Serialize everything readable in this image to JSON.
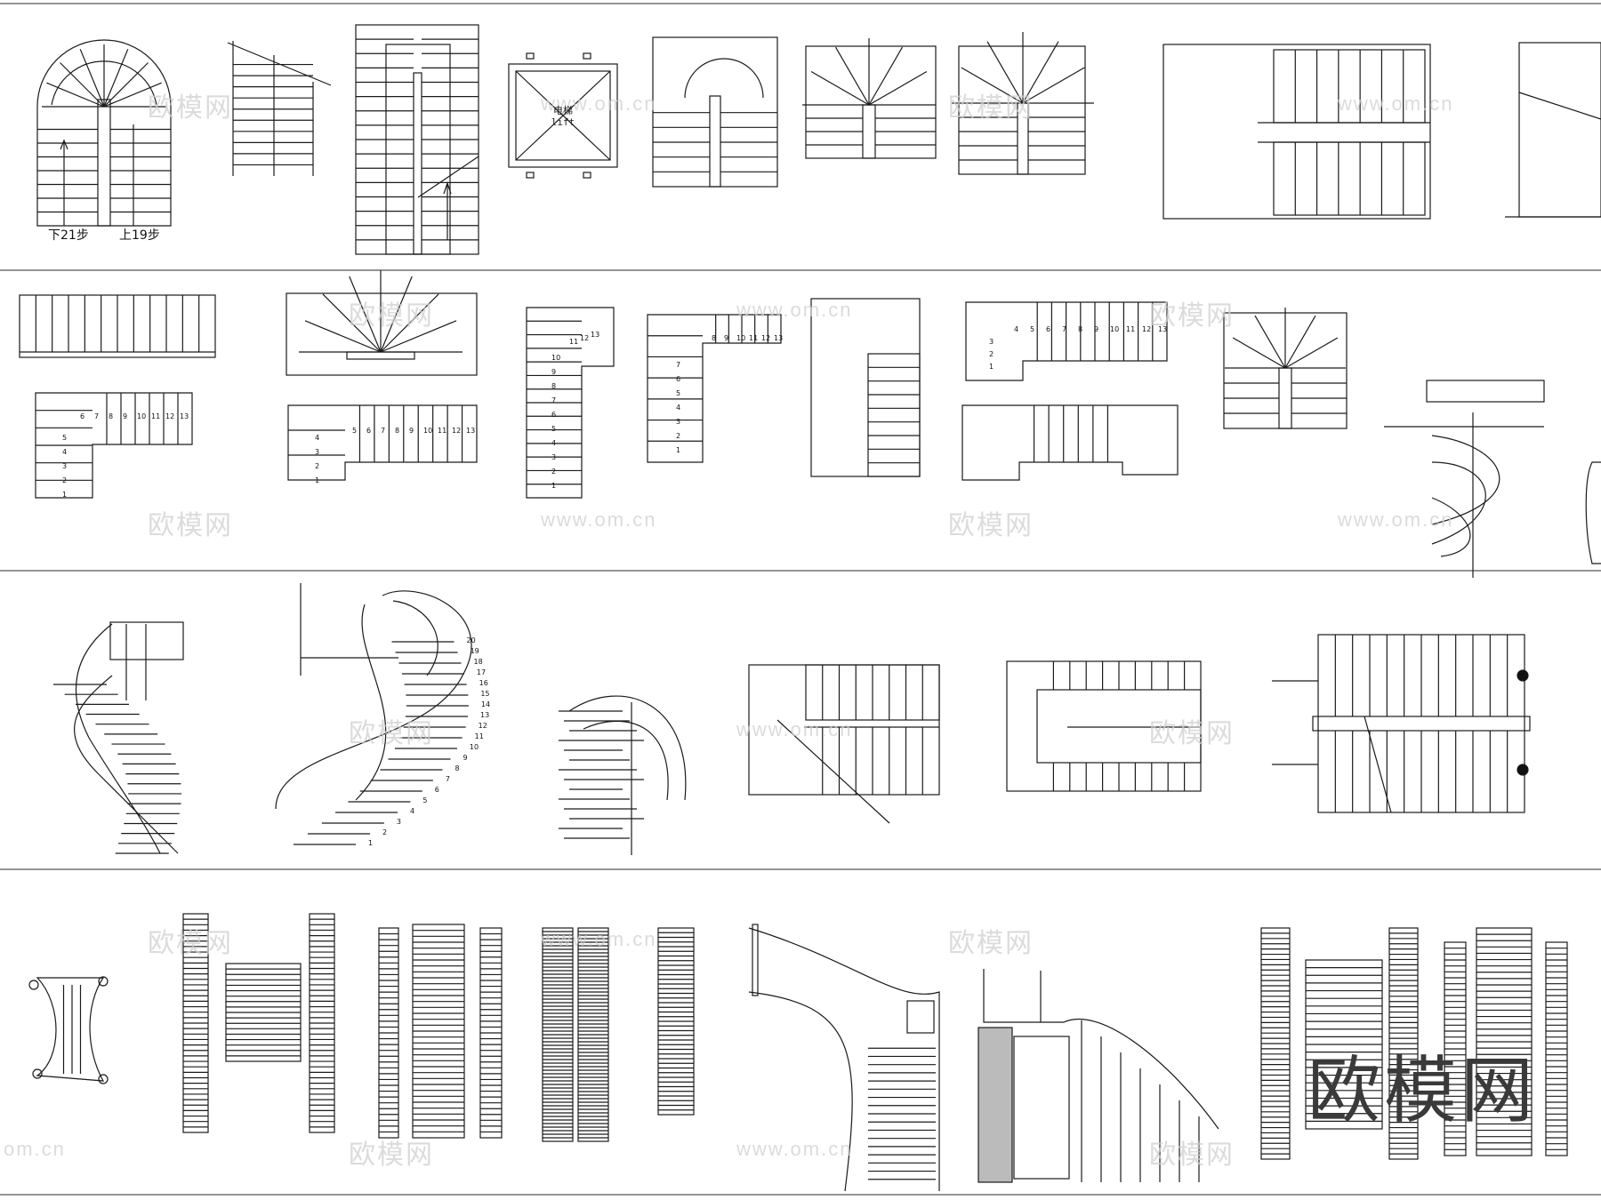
{
  "labels": {
    "down_steps": "下21步",
    "up_steps": "上19步",
    "lift_cn": "电梯",
    "lift_en": "lift"
  },
  "watermark": {
    "brand": "欧模网",
    "url": "www.om.cn",
    "url_short": "om.cn"
  },
  "step_numbers": {
    "lshape_a": [
      "1",
      "2",
      "3",
      "4",
      "5",
      "6",
      "7",
      "8",
      "9",
      "10",
      "11",
      "12",
      "13"
    ],
    "lshape_b": [
      "1",
      "2",
      "3",
      "4",
      "5",
      "6",
      "7",
      "8",
      "9",
      "10",
      "11",
      "12",
      "13"
    ],
    "straight_c": [
      "1",
      "2",
      "3",
      "4",
      "5",
      "6",
      "7",
      "8",
      "9",
      "10",
      "11",
      "12",
      "13"
    ],
    "lshape_d": [
      "1",
      "2",
      "3",
      "4",
      "5",
      "6",
      "7",
      "8",
      "9",
      "10",
      "11",
      "12",
      "13"
    ],
    "ushape_e": [
      "1",
      "2",
      "3",
      "4",
      "5",
      "6",
      "7",
      "8",
      "9",
      "10",
      "11",
      "12",
      "13"
    ],
    "spiral": [
      "1",
      "2",
      "3",
      "4",
      "5",
      "6",
      "7",
      "8",
      "9",
      "10",
      "11",
      "12",
      "13",
      "14",
      "15",
      "16",
      "17",
      "18",
      "19",
      "20"
    ]
  },
  "colors": {
    "line": "#1a1a1a",
    "separator": "#555555",
    "watermark": "#cfcfcf"
  }
}
